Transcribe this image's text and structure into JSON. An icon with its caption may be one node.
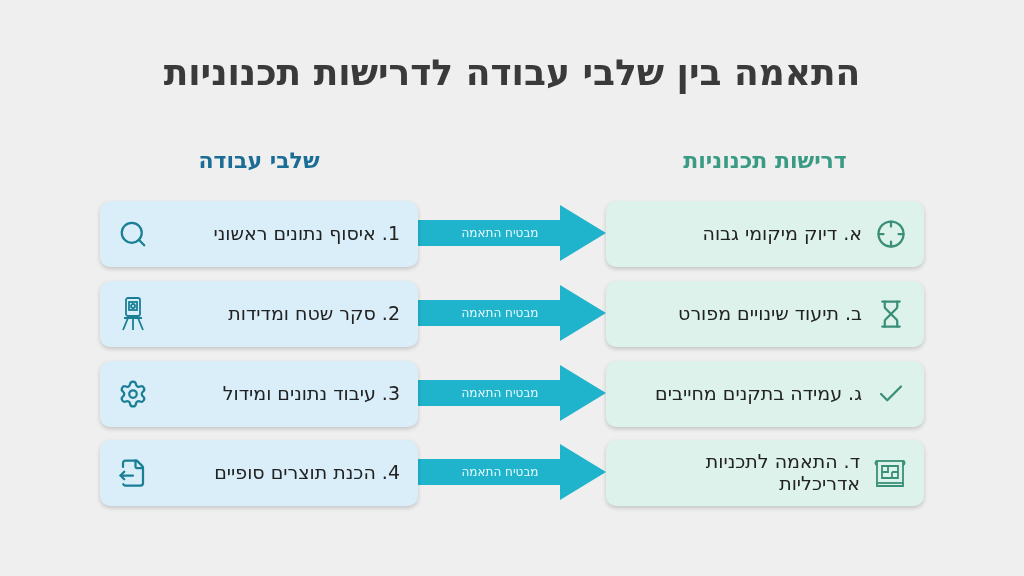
{
  "diagram": {
    "title": "התאמה בין שלבי עבודה לדרישות תכנוניות",
    "nodes": [
      {
        "text": [
          "1. איסוף נתונים ראשוני"
        ]
      },
      {
        "text": [
          "2. סקר שטח ומדידות"
        ]
      },
      {
        "text": [
          "3. עיבוד נתונים ומידול"
        ]
      },
      {
        "text": [
          "4. הכנת תוצרים סופיים"
        ]
      },
      {
        "text": [
          "א. דיוק מיקומי גבוה"
        ]
      },
      {
        "text": [
          "ב. תיעוד שינויים מפורט"
        ]
      },
      {
        "text": [
          "ג. עמידה בתקנים מחייבים"
        ]
      },
      {
        "text": [
          "ד. התאמה לתכניות אדריכליות"
        ]
      }
    ],
    "edges": [
      {
        "from": 0,
        "to": 4,
        "arrow": "to",
        "label": "מבטיח התאמה"
      },
      {
        "from": 1,
        "to": 5,
        "arrow": "to",
        "label": "מבטיח התאמה"
      },
      {
        "from": 2,
        "to": 6,
        "arrow": "to",
        "label": "מבטיח התאמה"
      },
      {
        "from": 3,
        "to": 7,
        "arrow": "to",
        "label": "מבטיח התאמה"
      }
    ],
    "labels": [
      "שלבי עבודה",
      "דרישות תכנוניות"
    ]
  }
}
